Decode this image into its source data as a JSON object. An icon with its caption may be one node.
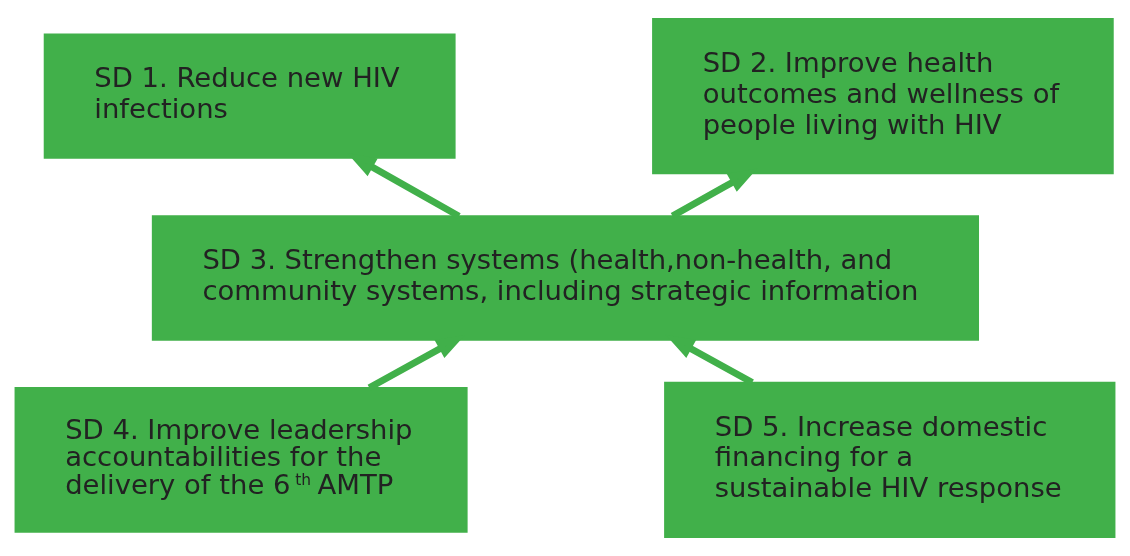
{
  "diagram": {
    "nodes": [
      {
        "text": [
          "SD 1. Reduce new HIV infections"
        ]
      },
      {
        "text": [
          "SD 2. Improve health outcomes and wellness of people living with HIV"
        ]
      },
      {
        "text": [
          "SD 3. Strengthen systems (health,non-health, and community systems, including strategic information"
        ]
      },
      {
        "text": [
          "SD 4. Improve leadership accountabilities for the delivery of the 6$^{th}$ AMTP"
        ]
      },
      {
        "text": [
          "SD 5. Increase domestic financing for a sustainable HIV response"
        ]
      }
    ],
    "edges": [
      {
        "from": 2,
        "to": 0,
        "arrow": "to"
      },
      {
        "from": 2,
        "to": 1,
        "arrow": "to"
      },
      {
        "from": 3,
        "to": 2,
        "arrow": "to"
      },
      {
        "from": 4,
        "to": 2,
        "arrow": "to"
      }
    ]
  }
}
